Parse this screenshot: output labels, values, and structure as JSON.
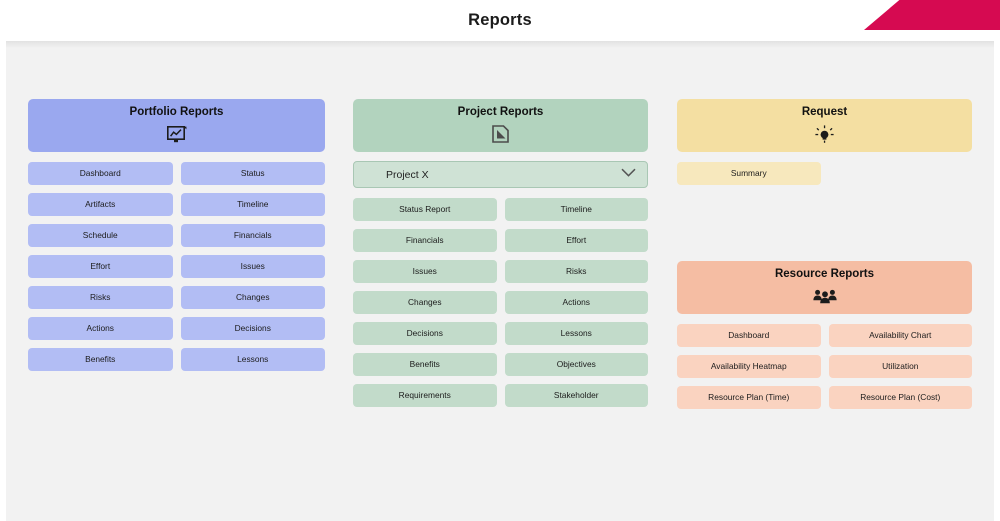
{
  "header": {
    "title": "Reports",
    "accent_color": "#d60a51"
  },
  "page": {
    "background_color": "#f2f2f2"
  },
  "portfolio": {
    "title": "Portfolio Reports",
    "icon": "chart-monitor-icon",
    "accent_color": "#9aa8ef",
    "button_color": "#b2bdf4",
    "buttons": [
      "Dashboard",
      "Status",
      "Artifacts",
      "Timeline",
      "Schedule",
      "Financials",
      "Effort",
      "Issues",
      "Risks",
      "Changes",
      "Actions",
      "Decisions",
      "Benefits",
      "Lessons"
    ]
  },
  "project": {
    "title": "Project Reports",
    "icon": "document-page-icon",
    "accent_color": "#b2d3be",
    "button_color": "#c2dbca",
    "select": {
      "value": "Project X",
      "icon": "chevron-down-icon"
    },
    "buttons": [
      "Status Report",
      "Timeline",
      "Financials",
      "Effort",
      "Issues",
      "Risks",
      "Changes",
      "Actions",
      "Decisions",
      "Lessons",
      "Benefits",
      "Objectives",
      "Requirements",
      "Stakeholder"
    ]
  },
  "request": {
    "title": "Request",
    "icon": "lightbulb-icon",
    "accent_color": "#f4dfa2",
    "button_color": "#f7e8bd",
    "buttons": [
      "Summary"
    ]
  },
  "resource": {
    "title": "Resource Reports",
    "icon": "people-group-icon",
    "accent_color": "#f5bda3",
    "button_color": "#fad3c0",
    "buttons": [
      "Dashboard",
      "Availability Chart",
      "Availability Heatmap",
      "Utilization",
      "Resource Plan (Time)",
      "Resource Plan (Cost)"
    ]
  }
}
